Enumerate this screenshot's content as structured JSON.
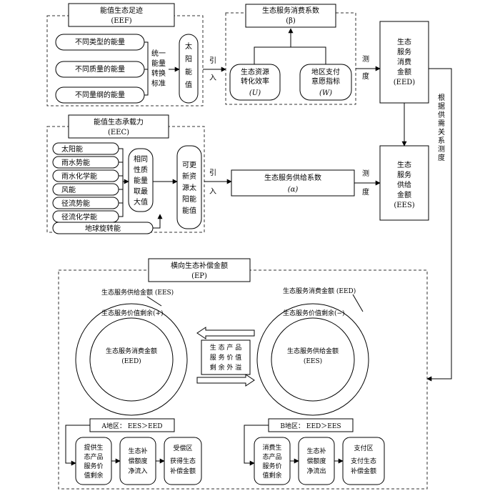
{
  "eef": {
    "title": "能值生态足迹",
    "abbr": "(EEF)",
    "items": [
      "不同类型的能量",
      "不同质量的能量",
      "不同量纲的能量"
    ],
    "convert": [
      "统一",
      "能量",
      "转换",
      "标准"
    ],
    "solar": [
      "太",
      "阳",
      "能",
      "值"
    ]
  },
  "beta": {
    "title": "生态服务消费系数",
    "symbol": "(β)",
    "left": [
      "生态资源",
      "转化效率",
      "(U)"
    ],
    "right": [
      "地区支付",
      "意愿指标",
      "(W)"
    ]
  },
  "eed": {
    "lines": [
      "生态",
      "服务",
      "消费",
      "金额",
      "(EED)"
    ]
  },
  "intro1": [
    "引",
    "入"
  ],
  "measure1": [
    "测",
    "度"
  ],
  "side_note": [
    "根",
    "据",
    "供",
    "需",
    "关",
    "系",
    "测",
    "度"
  ],
  "eec": {
    "title": "能值生态承载力",
    "abbr": "(EEC)",
    "items": [
      "太阳能",
      "雨水势能",
      "雨水化学能",
      "风能",
      "径流势能",
      "径流化学能"
    ],
    "bottom_item": "地球旋转能",
    "select": [
      "相同",
      "性质",
      "能量",
      "取最",
      "大值"
    ],
    "renew": [
      "可更",
      "新资",
      "源太",
      "阳能",
      "能值"
    ]
  },
  "alpha": {
    "title": "生态服务供给系数",
    "symbol": "(α)"
  },
  "ees": {
    "lines": [
      "生态",
      "服务",
      "供给",
      "金额",
      "(EES)"
    ]
  },
  "intro2": [
    "引",
    "入"
  ],
  "measure2": [
    "测",
    "度"
  ],
  "ep": {
    "title": "横向生态补偿金额",
    "abbr": "(EP)"
  },
  "circle_a": {
    "outer_label": "生态服务供给金额 (EES)",
    "ring_label": "生态服务价值剩余(+)",
    "inner": [
      "生态服务消费金额",
      "(EED)"
    ]
  },
  "circle_b": {
    "outer_label": "生态服务消费金额 (EED)",
    "ring_label": "生态服务价值剩余(−)",
    "inner": [
      "生态服务供给金额",
      "(EES)"
    ]
  },
  "overflow": [
    "生 态 产 品",
    "服 务 价 值",
    "剩 余 外 溢"
  ],
  "region_a": {
    "label": "A地区： EES＞EED",
    "steps": [
      [
        "提供生",
        "态产品",
        "服务价",
        "值剩余"
      ],
      [
        "生态补",
        "偿额度",
        "净流入"
      ],
      [
        "受偿区",
        "获得生态",
        "补偿金额"
      ]
    ]
  },
  "region_b": {
    "label": "B地区： EED＞EES",
    "steps": [
      [
        "消费生",
        "态产品",
        "服务价",
        "值剩余"
      ],
      [
        "生态补",
        "偿额度",
        "净流出"
      ],
      [
        "支付区",
        "支付生态",
        "补偿金额"
      ]
    ]
  }
}
